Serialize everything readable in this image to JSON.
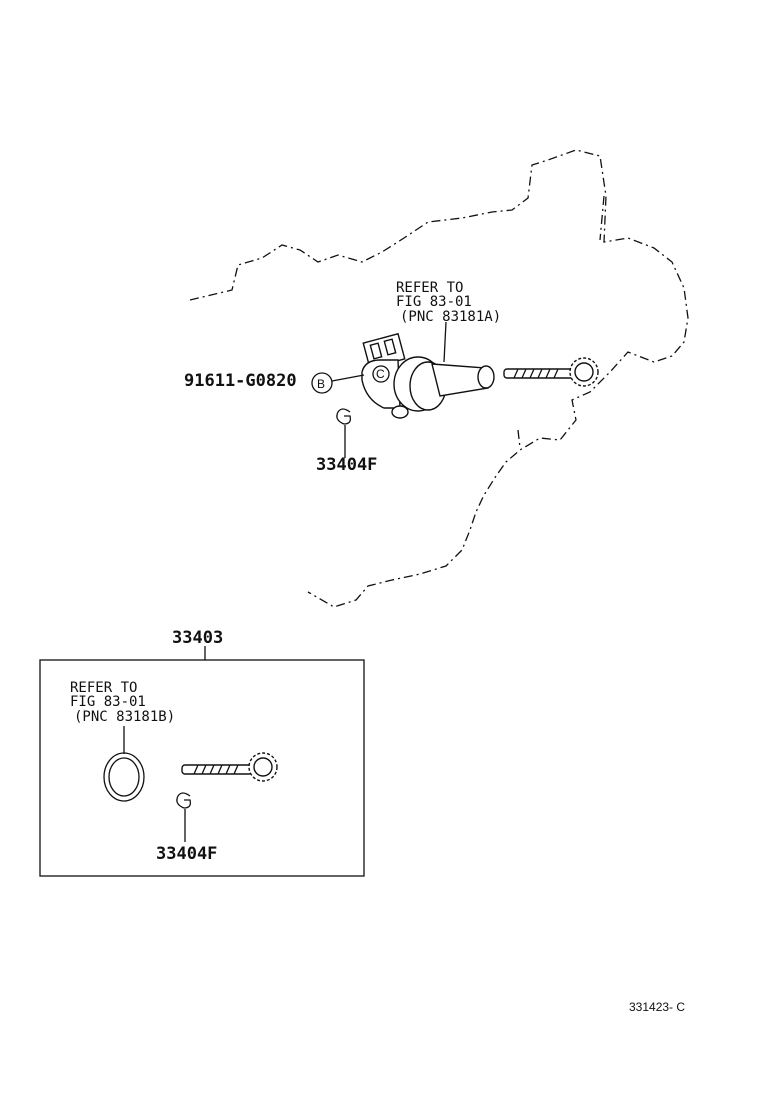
{
  "callouts": {
    "upper_refer": {
      "line1": "REFER TO",
      "line2": "FIG 83-01",
      "line3": "(PNC 83181A)"
    },
    "bolt_part": "91611-G0820",
    "bolt_marker": "B",
    "clip_marker": "C",
    "upper_clip_part": "33404F",
    "assembly_part": "33403",
    "lower_refer": {
      "line1": "REFER TO",
      "line2": "FIG 83-01",
      "line3": "(PNC 83181B)"
    },
    "lower_clip_part": "33404F"
  },
  "figure_code": "331423- C"
}
